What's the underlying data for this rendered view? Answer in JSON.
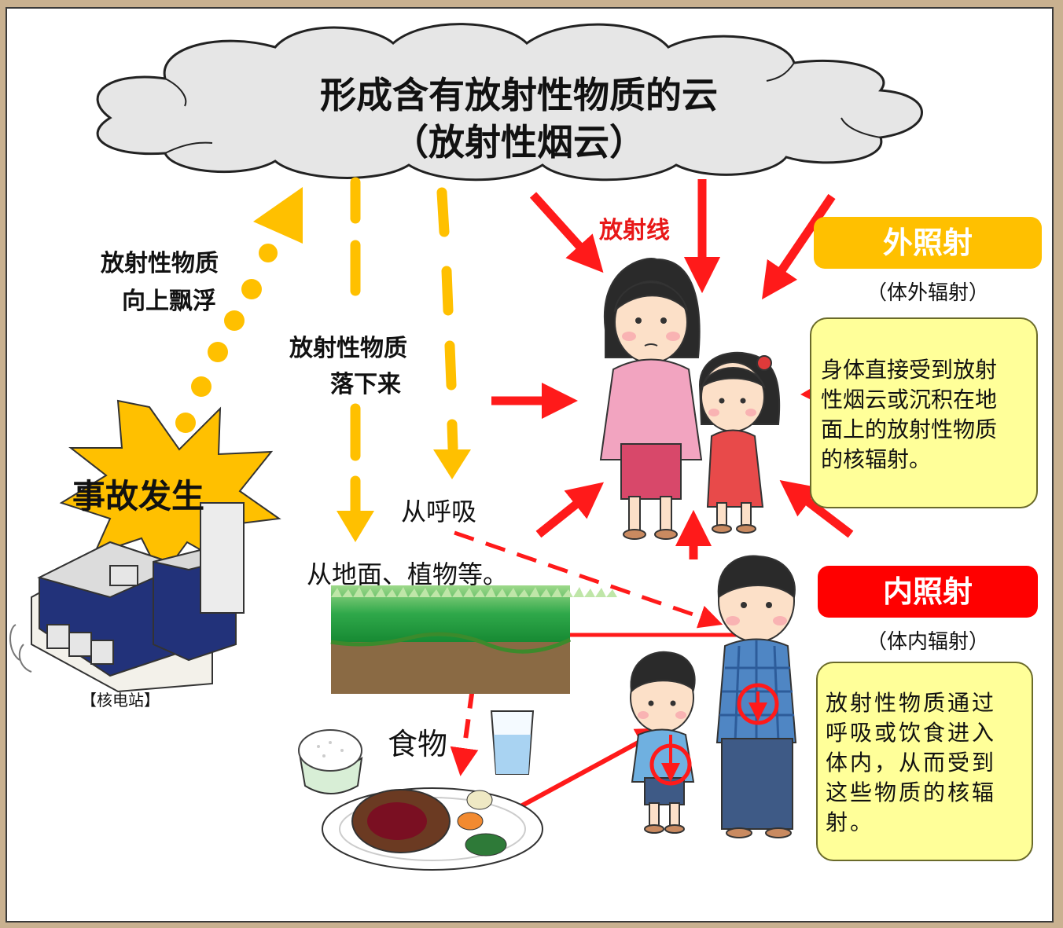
{
  "cloud": {
    "line1": "形成含有放射性物质的云",
    "line2": "（放射性烟云）"
  },
  "labels": {
    "radiation": "放射线",
    "rising_1": "放射性物质",
    "rising_2": "向上飘浮",
    "falling_1": "放射性物质",
    "falling_2": "落下来",
    "accident": "事故发生",
    "breathing": "从呼吸",
    "ground": "从地面、植物等。",
    "food": "食物",
    "plant": "【核电站】"
  },
  "external": {
    "title": "外照射",
    "subtitle": "（体外辐射）",
    "description_lines": [
      "身体直接受到放射",
      "性烟云或沉积在地",
      "面上的放射性物质",
      "的核辐射。"
    ]
  },
  "internal": {
    "title": "内照射",
    "subtitle": "（体内辐射）",
    "description_lines": [
      "放射性物质通过",
      "呼吸或饮食进入",
      "体内，从而受到",
      "这些物质的核辐",
      "射。"
    ]
  },
  "colors": {
    "external_tag": "#ffc000",
    "internal_tag": "#ff0000",
    "arrow_red": "#ff1a1a",
    "particle_yellow": "#ffc000",
    "box_fill": "#ffff99"
  },
  "icons": [
    "cloud-icon",
    "explosion-icon",
    "nuclear-plant-icon",
    "woman-icon",
    "girl-icon",
    "man-icon",
    "boy-icon",
    "grass-soil-icon",
    "rice-bowl-icon",
    "water-glass-icon",
    "food-plate-icon"
  ]
}
